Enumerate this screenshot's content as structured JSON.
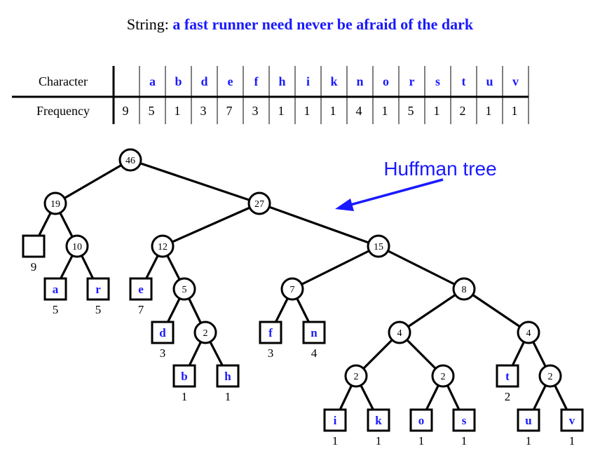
{
  "header": {
    "label": "String:",
    "text": "a fast runner need never be afraid of the dark"
  },
  "table": {
    "row1_label": "Character",
    "row2_label": "Frequency",
    "columns": [
      {
        "char": "",
        "freq": "9"
      },
      {
        "char": "a",
        "freq": "5"
      },
      {
        "char": "b",
        "freq": "1"
      },
      {
        "char": "d",
        "freq": "3"
      },
      {
        "char": "e",
        "freq": "7"
      },
      {
        "char": "f",
        "freq": "3"
      },
      {
        "char": "h",
        "freq": "1"
      },
      {
        "char": "i",
        "freq": "1"
      },
      {
        "char": "k",
        "freq": "1"
      },
      {
        "char": "n",
        "freq": "4"
      },
      {
        "char": "o",
        "freq": "1"
      },
      {
        "char": "r",
        "freq": "5"
      },
      {
        "char": "s",
        "freq": "1"
      },
      {
        "char": "t",
        "freq": "2"
      },
      {
        "char": "u",
        "freq": "1"
      },
      {
        "char": "v",
        "freq": "1"
      }
    ]
  },
  "tree": {
    "annotation": "Huffman tree",
    "internal_nodes": [
      {
        "id": "n46",
        "label": "46"
      },
      {
        "id": "n19",
        "label": "19"
      },
      {
        "id": "n27",
        "label": "27"
      },
      {
        "id": "n10",
        "label": "10"
      },
      {
        "id": "n12",
        "label": "12"
      },
      {
        "id": "n15",
        "label": "15"
      },
      {
        "id": "n5",
        "label": "5"
      },
      {
        "id": "n7",
        "label": "7"
      },
      {
        "id": "n8",
        "label": "8"
      },
      {
        "id": "n2bh",
        "label": "2"
      },
      {
        "id": "n4a",
        "label": "4"
      },
      {
        "id": "n4b",
        "label": "4"
      },
      {
        "id": "n2ik",
        "label": "2"
      },
      {
        "id": "n2os",
        "label": "2"
      },
      {
        "id": "n2uv",
        "label": "2"
      }
    ],
    "leaves": [
      {
        "id": "lsp",
        "char": "",
        "freq": "9"
      },
      {
        "id": "la",
        "char": "a",
        "freq": "5"
      },
      {
        "id": "lr",
        "char": "r",
        "freq": "5"
      },
      {
        "id": "le",
        "char": "e",
        "freq": "7"
      },
      {
        "id": "ld",
        "char": "d",
        "freq": "3"
      },
      {
        "id": "lb",
        "char": "b",
        "freq": "1"
      },
      {
        "id": "lh",
        "char": "h",
        "freq": "1"
      },
      {
        "id": "lf",
        "char": "f",
        "freq": "3"
      },
      {
        "id": "ln",
        "char": "n",
        "freq": "4"
      },
      {
        "id": "lt",
        "char": "t",
        "freq": "2"
      },
      {
        "id": "li",
        "char": "i",
        "freq": "1"
      },
      {
        "id": "lk",
        "char": "k",
        "freq": "1"
      },
      {
        "id": "lo",
        "char": "o",
        "freq": "1"
      },
      {
        "id": "ls",
        "char": "s",
        "freq": "1"
      },
      {
        "id": "lu",
        "char": "u",
        "freq": "1"
      },
      {
        "id": "lv",
        "char": "v",
        "freq": "1"
      }
    ],
    "edges": [
      [
        "n46",
        "n19"
      ],
      [
        "n46",
        "n27"
      ],
      [
        "n19",
        "lsp"
      ],
      [
        "n19",
        "n10"
      ],
      [
        "n10",
        "la"
      ],
      [
        "n10",
        "lr"
      ],
      [
        "n27",
        "n12"
      ],
      [
        "n27",
        "n15"
      ],
      [
        "n12",
        "le"
      ],
      [
        "n12",
        "n5"
      ],
      [
        "n5",
        "ld"
      ],
      [
        "n5",
        "n2bh"
      ],
      [
        "n2bh",
        "lb"
      ],
      [
        "n2bh",
        "lh"
      ],
      [
        "n15",
        "n7"
      ],
      [
        "n15",
        "n8"
      ],
      [
        "n7",
        "lf"
      ],
      [
        "n7",
        "ln"
      ],
      [
        "n8",
        "n4a"
      ],
      [
        "n8",
        "n4b"
      ],
      [
        "n4a",
        "n2ik"
      ],
      [
        "n4a",
        "n2os"
      ],
      [
        "n2ik",
        "li"
      ],
      [
        "n2ik",
        "lk"
      ],
      [
        "n2os",
        "lo"
      ],
      [
        "n2os",
        "ls"
      ],
      [
        "n4b",
        "lt"
      ],
      [
        "n4b",
        "n2uv"
      ],
      [
        "n2uv",
        "lu"
      ],
      [
        "n2uv",
        "lv"
      ]
    ]
  },
  "colors": {
    "accent": "#1a1aff",
    "ink": "#000000"
  }
}
